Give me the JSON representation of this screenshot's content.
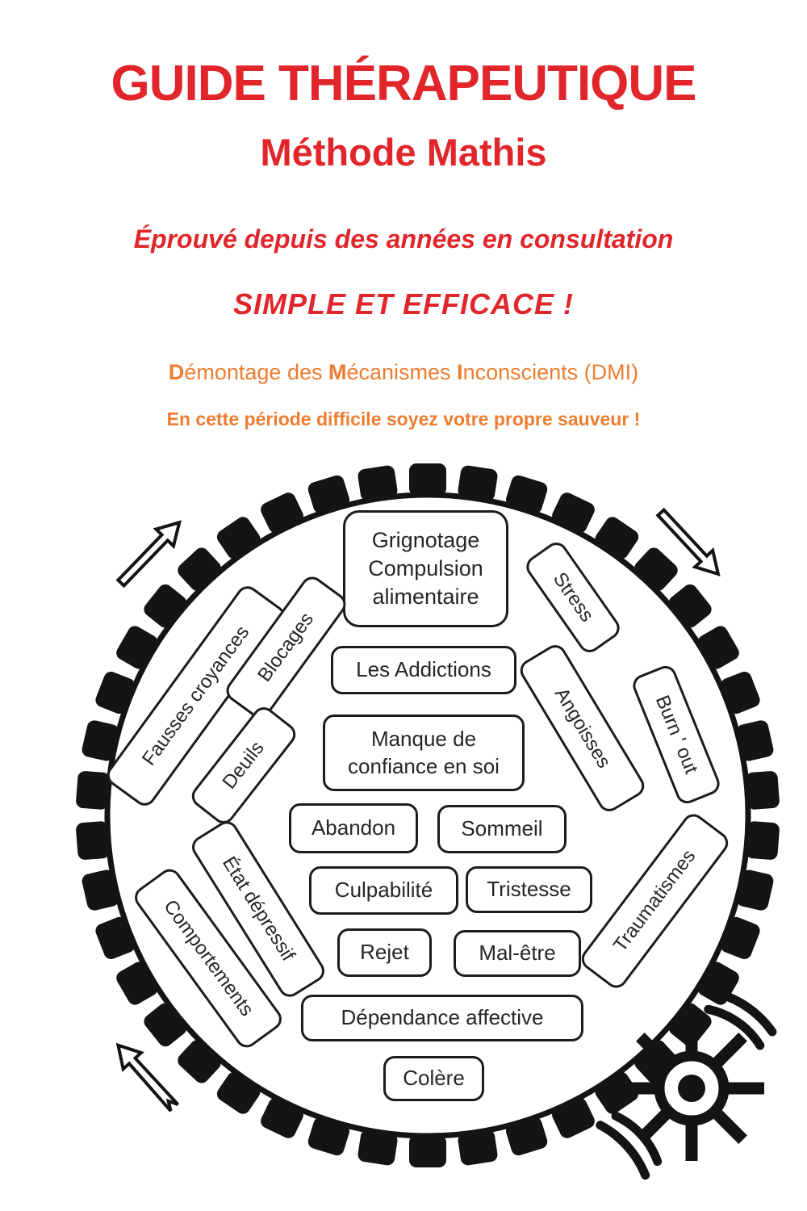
{
  "header": {
    "title": "GUIDE THÉRAPEUTIQUE",
    "subtitle": "Méthode Mathis",
    "tagline1": "Éprouvé depuis des années en consultation",
    "tagline2": "SIMPLE ET EFFICACE !",
    "dmi_segments": [
      {
        "text": "D",
        "bold": true
      },
      {
        "text": "émontage des ",
        "bold": false
      },
      {
        "text": "M",
        "bold": true
      },
      {
        "text": "écanismes ",
        "bold": false
      },
      {
        "text": "I",
        "bold": true
      },
      {
        "text": "nconscients (DMI)",
        "bold": false
      }
    ],
    "tagline3": "En cette période difficile soyez votre propre sauveur !"
  },
  "colors": {
    "title_red": "#e0262b",
    "accent_orange": "#ed7d31",
    "diagram_ink": "#141414"
  },
  "diagram": {
    "labels": [
      {
        "id": "grignotage",
        "text": "Grignotage\nCompulsion\nalimentaire"
      },
      {
        "id": "stress",
        "text": "Stress"
      },
      {
        "id": "fausses-croyances",
        "text": "Fausses croyances"
      },
      {
        "id": "blocages",
        "text": "Blocages"
      },
      {
        "id": "les-addictions",
        "text": "Les Addictions"
      },
      {
        "id": "deuils",
        "text": "Deuils"
      },
      {
        "id": "manque-de-confiance",
        "text": "Manque de\nconfiance en soi"
      },
      {
        "id": "angoisses",
        "text": "Angoisses"
      },
      {
        "id": "burn-out",
        "text": "Burn ' out"
      },
      {
        "id": "abandon",
        "text": "Abandon"
      },
      {
        "id": "sommeil",
        "text": "Sommeil"
      },
      {
        "id": "culpabilite",
        "text": "Culpabilité"
      },
      {
        "id": "tristesse",
        "text": "Tristesse"
      },
      {
        "id": "etat-depressif",
        "text": "État dépressif"
      },
      {
        "id": "rejet",
        "text": "Rejet"
      },
      {
        "id": "mal-etre",
        "text": "Mal-être"
      },
      {
        "id": "traumatismes",
        "text": "Traumatismes"
      },
      {
        "id": "comportements",
        "text": "Comportements"
      },
      {
        "id": "dependance-affective",
        "text": "Dépendance affective"
      },
      {
        "id": "colere",
        "text": "Colère"
      }
    ]
  }
}
